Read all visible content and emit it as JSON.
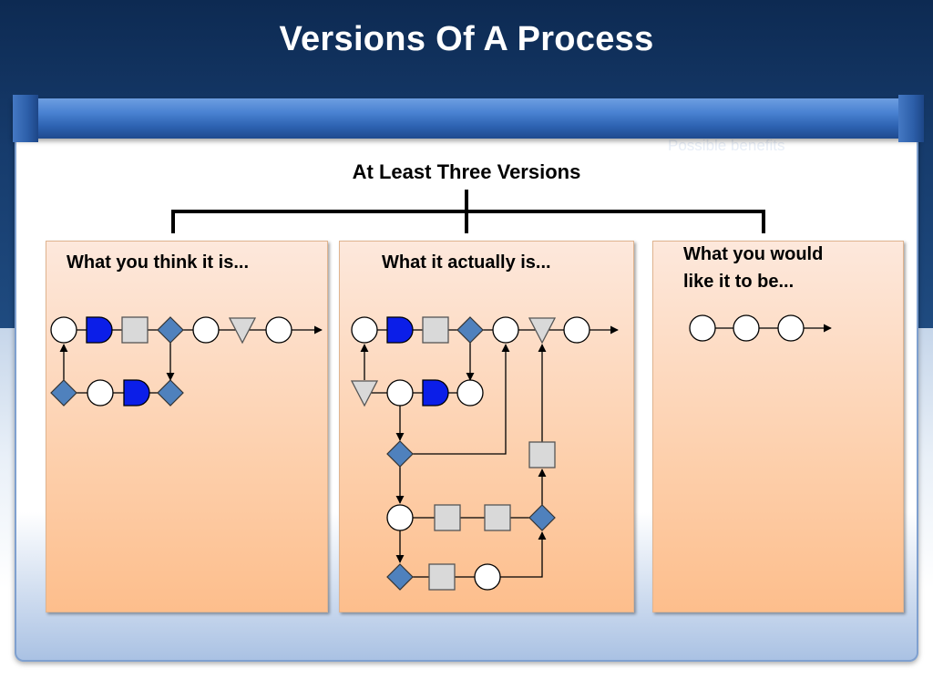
{
  "slide": {
    "title": "Versions Of A Process",
    "ghost_text": "Possible benefits"
  },
  "diagram": {
    "title": "At Least Three Versions",
    "panels": [
      {
        "id": "think",
        "label": "What you think it is..."
      },
      {
        "id": "actual",
        "label": "What it actually is..."
      },
      {
        "id": "desired",
        "label": "What you would like it to be..."
      }
    ],
    "legend_shapes": [
      "circle",
      "delay",
      "process-box",
      "decision-diamond",
      "inventory-triangle"
    ],
    "colors": {
      "delay": "#0b1ee8",
      "diamond": "#4f81bd",
      "box": "#d9d9d9",
      "triangle": "#d9d9d9",
      "panel": "#fdcfab",
      "header_bar": "#2d62b1"
    }
  }
}
